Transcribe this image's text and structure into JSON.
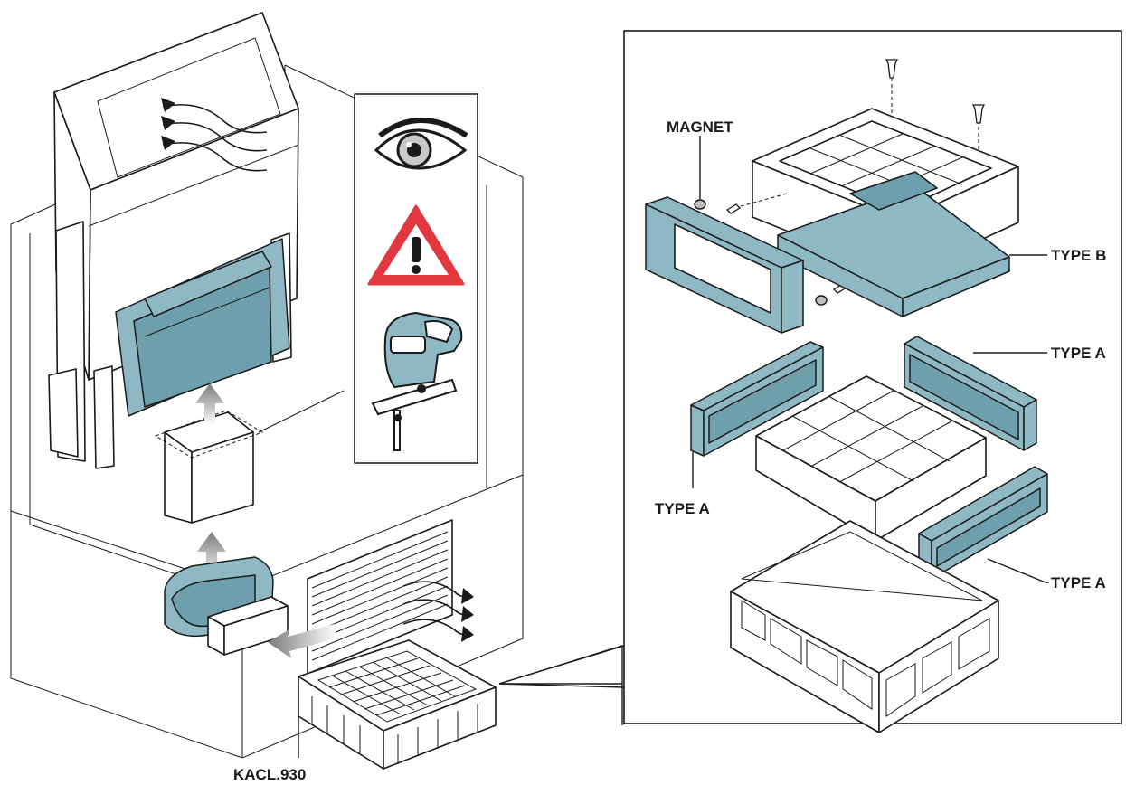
{
  "labels": {
    "magnet": "MAGNET",
    "type_b": "TYPE B",
    "type_a_right_upper": "TYPE A",
    "type_a_left": "TYPE A",
    "type_a_right_lower": "TYPE A",
    "filter_code": "KACL.930"
  },
  "icons": [
    "eye-icon",
    "warning-triangle-icon",
    "jigsaw-icon"
  ],
  "colors": {
    "accent_teal": "#8eb9c4",
    "accent_teal_dark": "#6d9fad",
    "warning_red": "#e2383f",
    "line": "#1a1a1a"
  }
}
